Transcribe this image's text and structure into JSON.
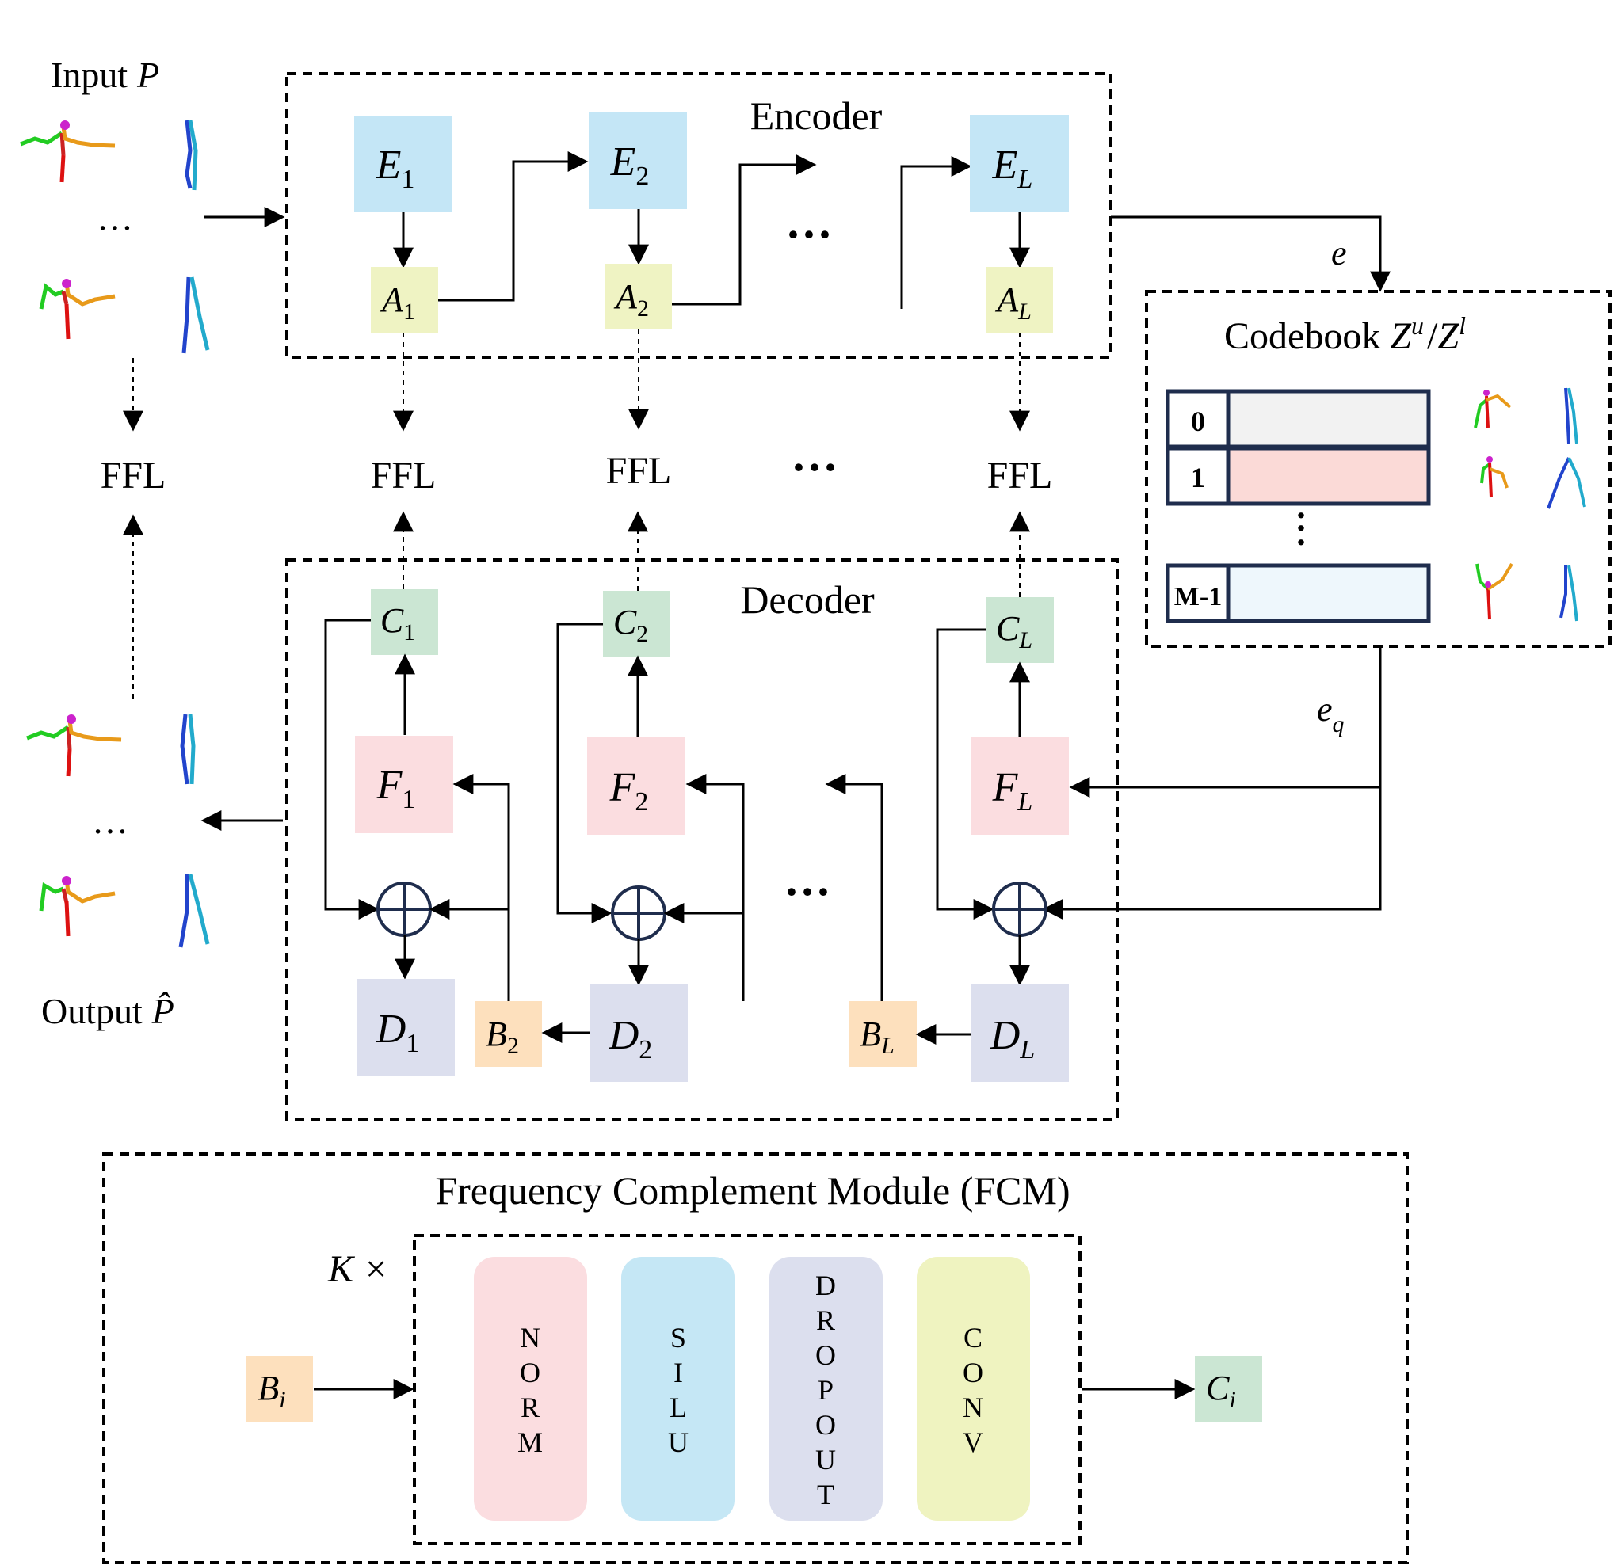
{
  "input": {
    "label": "Input",
    "symbol": "P"
  },
  "output": {
    "label": "Output",
    "symbol": "P̂"
  },
  "ellipsis": "…",
  "dots": "···",
  "ffl": "FFL",
  "encoder": {
    "title": "Encoder",
    "blocks": [
      {
        "e": "E",
        "e_sub": "1",
        "a": "A",
        "a_sub": "1"
      },
      {
        "e": "E",
        "e_sub": "2",
        "a": "A",
        "a_sub": "2"
      },
      {
        "e": "E",
        "e_sub": "L",
        "a": "A",
        "a_sub": "L"
      }
    ]
  },
  "decoder": {
    "title": "Decoder",
    "blocks": [
      {
        "c": "C",
        "c_sub": "1",
        "f": "F",
        "f_sub": "1",
        "d": "D",
        "d_sub": "1"
      },
      {
        "c": "C",
        "c_sub": "2",
        "f": "F",
        "f_sub": "2",
        "d": "D",
        "d_sub": "2",
        "b": "B",
        "b_sub": "2"
      },
      {
        "c": "C",
        "c_sub": "L",
        "f": "F",
        "f_sub": "L",
        "d": "D",
        "d_sub": "L",
        "b": "B",
        "b_sub": "L"
      }
    ]
  },
  "e_label": "e",
  "eq_label": {
    "main": "e",
    "sub": "q"
  },
  "codebook": {
    "title_prefix": "Codebook ",
    "z": "Z",
    "sup_u": "u",
    "slash": "/",
    "sup_l": "l",
    "rows": [
      {
        "index": "0",
        "color": "#f2f2f2"
      },
      {
        "index": "1",
        "color": "#fbdad7"
      },
      {
        "index": "M-1",
        "color": "#eef7fc"
      }
    ]
  },
  "fcm": {
    "title": "Frequency Complement Module (FCM)",
    "repeat": "K ×",
    "input": {
      "main": "B",
      "sub": "i"
    },
    "output": {
      "main": "C",
      "sub": "i"
    },
    "layers": [
      {
        "name": "NORM",
        "letters": [
          "N",
          "O",
          "R",
          "M"
        ],
        "color": "#fbdde0"
      },
      {
        "name": "SILU",
        "letters": [
          "S",
          "I",
          "L",
          "U"
        ],
        "color": "#c5e7f5"
      },
      {
        "name": "DROPOUT",
        "letters": [
          "D",
          "R",
          "O",
          "P",
          "O",
          "U",
          "T"
        ],
        "color": "#dcdfee"
      },
      {
        "name": "CONV",
        "letters": [
          "C",
          "O",
          "N",
          "V"
        ],
        "color": "#eff3c0"
      }
    ]
  },
  "colors": {
    "encoder_block": "#c4e6f6",
    "attention_block": "#eff3c3",
    "c_block": "#cbe6d3",
    "f_block": "#fbdde0",
    "d_block": "#dcdfee",
    "b_block": "#fde0bd",
    "line": "#000000",
    "plus": "#1f2d4d"
  }
}
